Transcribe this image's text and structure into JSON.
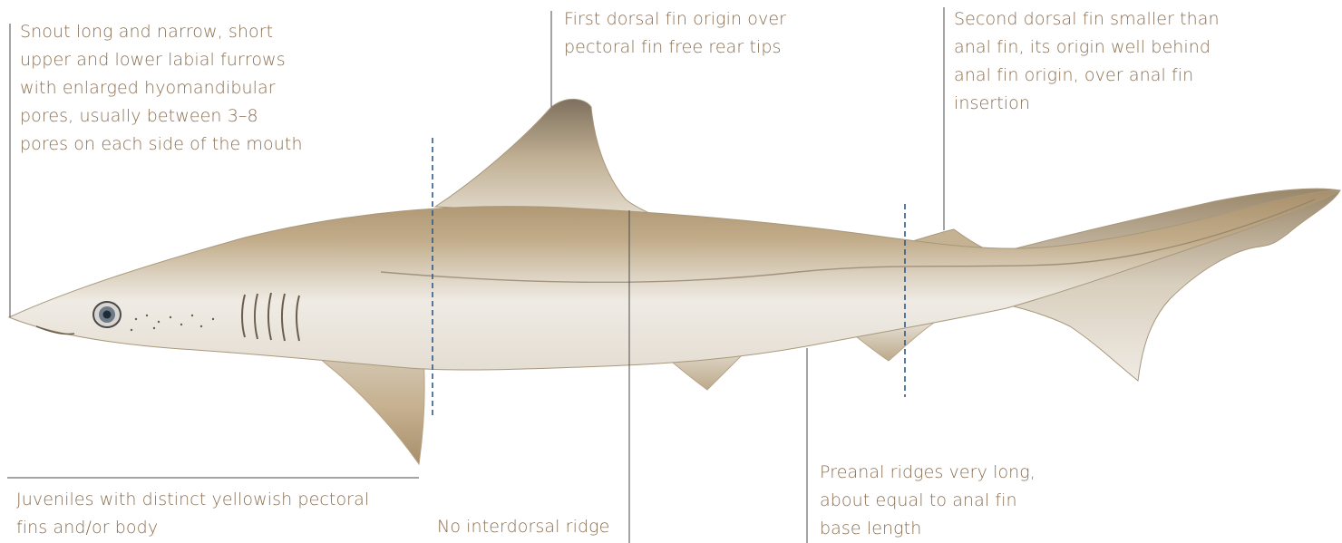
{
  "annotations": {
    "snout": {
      "lines": [
        "Snout long and narrow, short",
        "upper and lower labial furrows",
        "with enlarged hyomandibular",
        "pores, usually between 3–8",
        "pores on each side of the mouth"
      ]
    },
    "first_dorsal": {
      "lines": [
        "First dorsal fin origin over",
        "pectoral fin free rear tips"
      ]
    },
    "second_dorsal": {
      "lines": [
        "Second dorsal fin smaller than",
        "anal fin, its origin well behind",
        "anal fin origin, over anal fin",
        "insertion"
      ]
    },
    "juveniles": {
      "lines": [
        "Juveniles with distinct yellowish pectoral",
        "fins and/or body"
      ]
    },
    "interdorsal": {
      "lines": [
        "No interdorsal ridge"
      ]
    },
    "preanal": {
      "lines": [
        "Preanal ridges very long,",
        "about equal to anal fin",
        "base length"
      ]
    }
  },
  "colors": {
    "text": "#8a6f52",
    "leader_line": "#4a4a4a",
    "dashed_line": "#2e5a8a",
    "shark_dorsal": "#b39b78",
    "shark_ventral": "#f1ede6"
  }
}
